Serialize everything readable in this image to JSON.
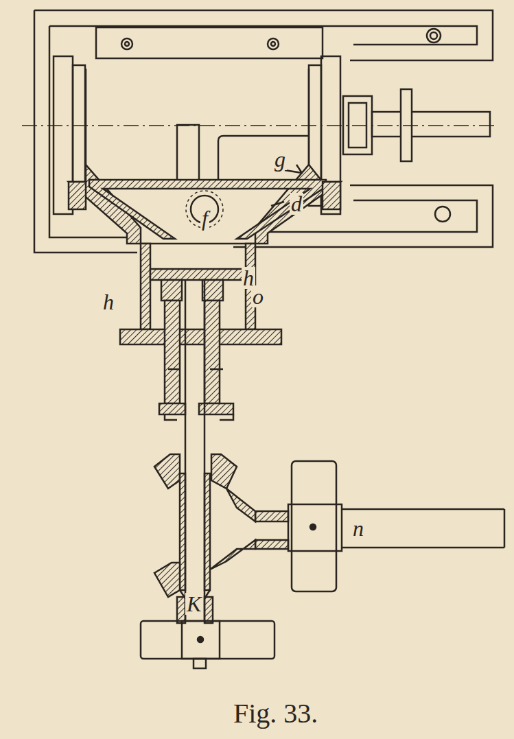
{
  "diagram": {
    "caption": "Fig. 33.",
    "labels": [
      "g",
      "d",
      "f",
      "h",
      "h",
      "o",
      "K",
      "n"
    ]
  }
}
